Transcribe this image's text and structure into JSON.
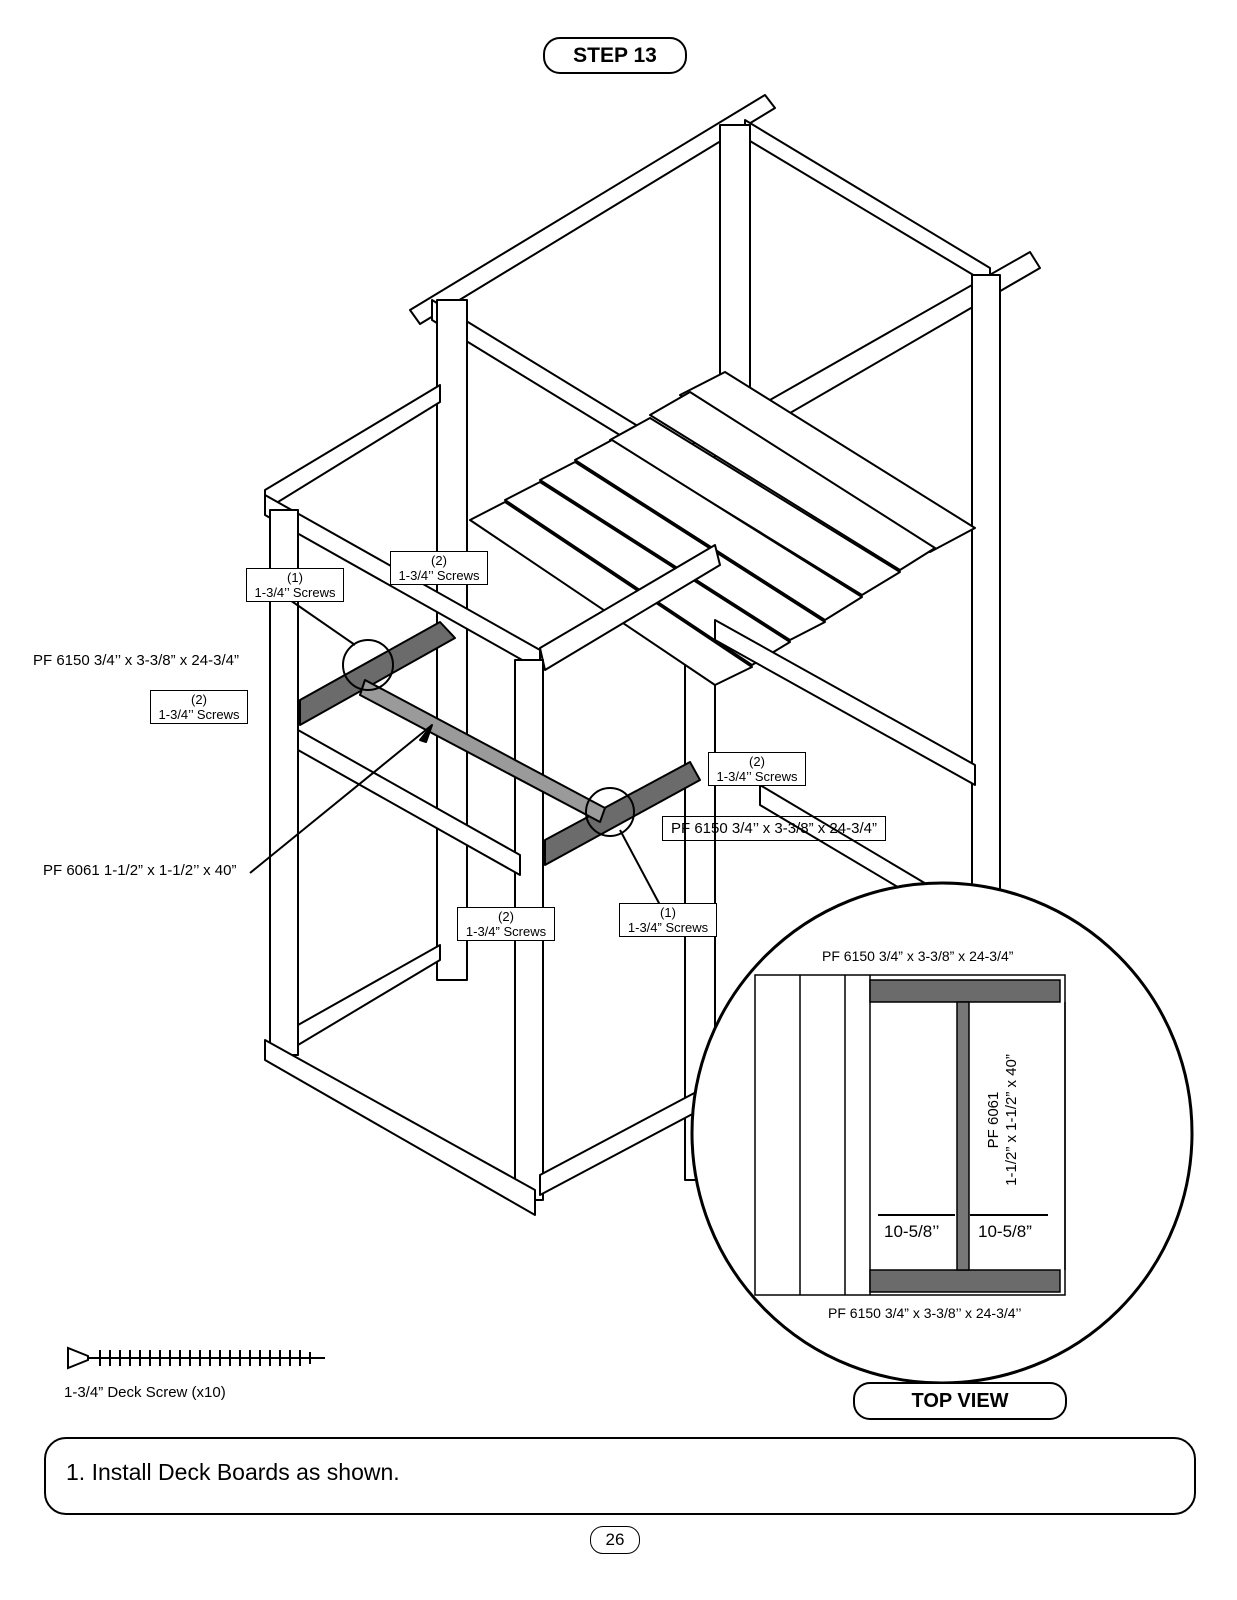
{
  "header": {
    "step_label": "STEP 13"
  },
  "callouts": {
    "screws_1_top": {
      "count": "(1)",
      "text": "1-3/4’’ Screws"
    },
    "screws_2_top": {
      "count": "(2)",
      "text": "1-3/4’’ Screws"
    },
    "screws_2_left": {
      "count": "(2)",
      "text": "1-3/4’’ Screws"
    },
    "screws_2_right": {
      "count": "(2)",
      "text": "1-3/4’’ Screws"
    },
    "screws_2_bottom": {
      "count": "(2)",
      "text": "1-3/4” Screws"
    },
    "screws_1_bottom": {
      "count": "(1)",
      "text": "1-3/4” Screws"
    }
  },
  "parts": {
    "pf6150_left": "PF 6150 3/4’’ x 3-3/8” x 24-3/4”",
    "pf6150_right": "PF 6150 3/4’’ x 3-3/8” x 24-3/4”",
    "pf6061_left": "PF 6061 1-1/2” x 1-1/2’’ x 40”"
  },
  "top_view": {
    "title": "TOP VIEW",
    "top_label": "PF 6150 3/4” x 3-3/8” x 24-3/4”",
    "bottom_label": "PF 6150 3/4” x 3-3/8’’ x 24-3/4’’",
    "side_label_line1": "PF 6061",
    "side_label_line2": "1-1/2” x 1-1/2” x 40”",
    "dim_left": "10-5/8’’",
    "dim_right": "10-5/8”"
  },
  "hardware": {
    "screw_label": "1-3/4” Deck Screw (x10)"
  },
  "instructions": {
    "step1": "1. Install Deck Boards as shown."
  },
  "footer": {
    "page_number": "26"
  },
  "colors": {
    "line": "#000000",
    "highlight_board": "#6b6b6b"
  }
}
